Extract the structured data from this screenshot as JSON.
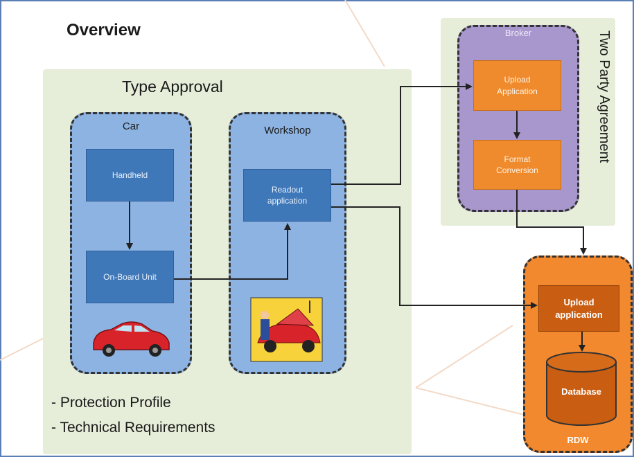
{
  "title": "Overview",
  "type_approval": {
    "label": "Type Approval",
    "car": {
      "label": "Car",
      "handheld": "Handheld",
      "onboard": "On-Board Unit"
    },
    "workshop": {
      "label": "Workshop",
      "readout": "Readout application"
    },
    "notes": [
      "- Protection Profile",
      "- Technical Requirements"
    ]
  },
  "two_party": {
    "label": "Two Party Agreement",
    "broker": {
      "label": "Broker",
      "upload": "Upload Application",
      "format": "Format Conversion"
    }
  },
  "rdw": {
    "label": "RDW",
    "upload": "Upload application",
    "database": "Database"
  },
  "colors": {
    "panel_green": "#e6eed9",
    "group_blue": "#8db3e2",
    "box_blue": "#3f78b9",
    "group_purple": "#a897cc",
    "box_orange": "#ef8b2c",
    "group_orange": "#f2892f"
  }
}
